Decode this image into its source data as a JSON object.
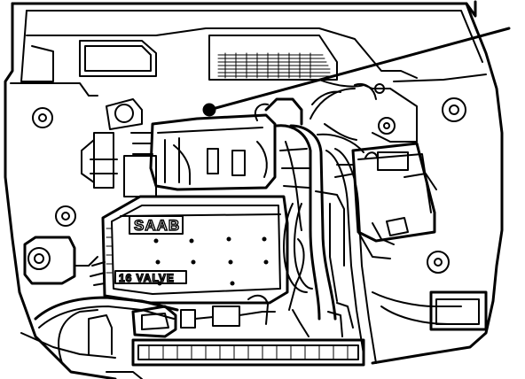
{
  "figure": {
    "kind": "line-drawing",
    "subject": "engine-compartment",
    "colors": {
      "ink": "#000000",
      "paper": "#ffffff"
    }
  },
  "engine": {
    "brand_marking": "SAAB",
    "valve_marking": "16 VALVE"
  },
  "icons": [
    "leader-line",
    "indicator-dot",
    "strut-tower",
    "battery",
    "washer-reservoir",
    "radiator"
  ]
}
